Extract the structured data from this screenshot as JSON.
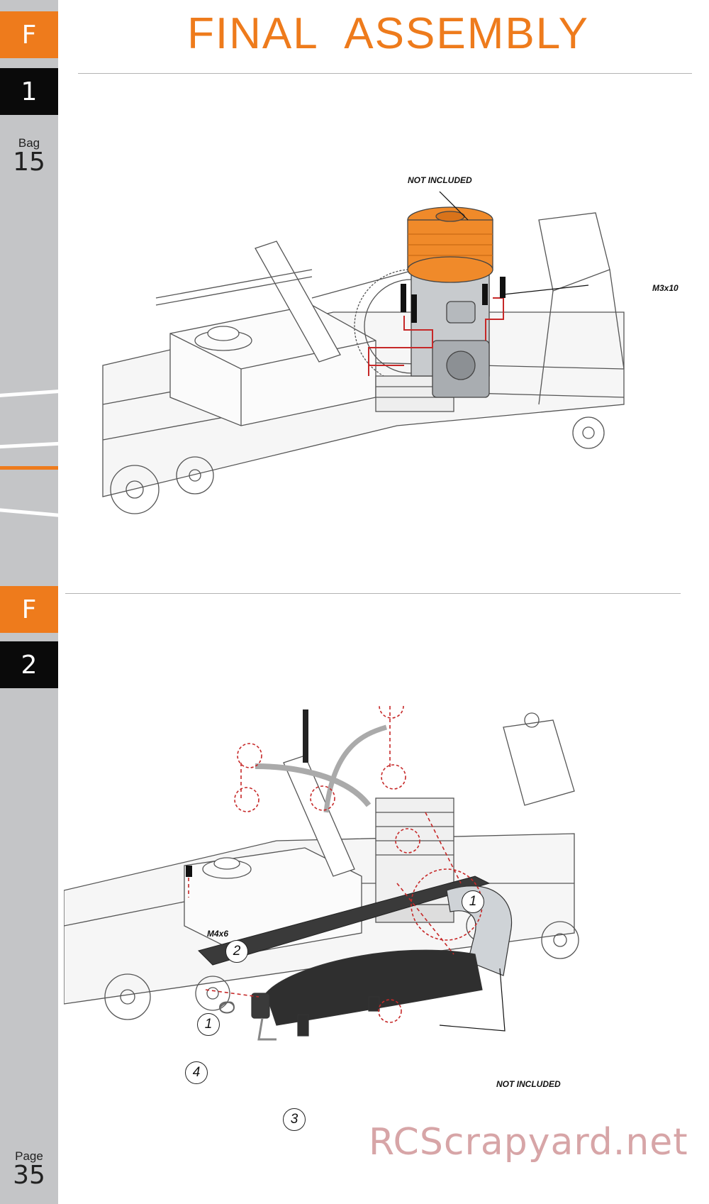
{
  "page": {
    "title": "FINAL ASSEMBLY",
    "watermark": "RCScrapyard.net"
  },
  "sidebar": {
    "section1_letter": "F",
    "section1_step": "1",
    "bag_label": "Bag",
    "bag_number": "15",
    "section2_letter": "F",
    "section2_step": "2",
    "page_label": "Page",
    "page_number": "35"
  },
  "step1": {
    "not_included": "NOT INCLUDED",
    "screw_label": "M3x10"
  },
  "step2": {
    "screw_label": "M4x6",
    "not_included": "NOT INCLUDED",
    "callouts": [
      "1",
      "2",
      "1",
      "4",
      "3"
    ]
  },
  "colors": {
    "accent": "#ee7b1c",
    "sidebar": "#c4c5c7",
    "step_bg": "#0a0a0a",
    "engine_head": "#f08a2a",
    "guide_lines": "#c62828"
  },
  "icons": [
    "engine-illustration",
    "chassis-illustration",
    "exhaust-pipe-illustration",
    "belt-illustration"
  ]
}
